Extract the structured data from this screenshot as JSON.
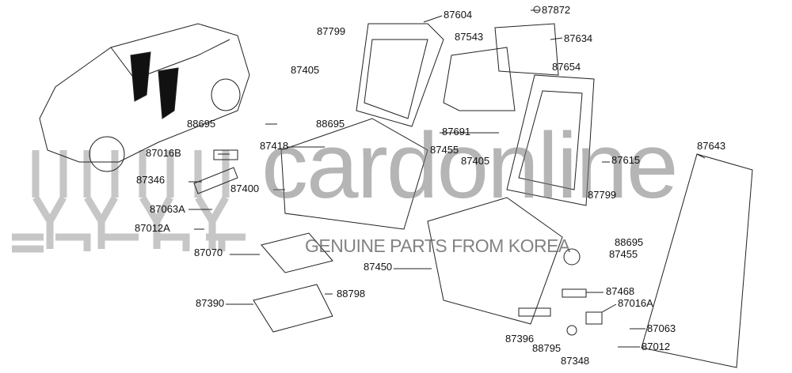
{
  "watermark": {
    "brand": "cardonline",
    "tagline": "GENUINE PARTS FROM KOREA",
    "logo_text": "카디알라인"
  },
  "parts": [
    "87604",
    "87872",
    "87799",
    "87543",
    "87634",
    "87405",
    "87654",
    "88695",
    "88695",
    "87691",
    "87643",
    "87418",
    "87455",
    "87016B",
    "87615",
    "87405",
    "87346",
    "87400",
    "87799",
    "87063A",
    "87012A",
    "88695",
    "87455",
    "87070",
    "87450",
    "88798",
    "87468",
    "87390",
    "87016A",
    "87063",
    "87396",
    "87012",
    "88795",
    "87348"
  ]
}
